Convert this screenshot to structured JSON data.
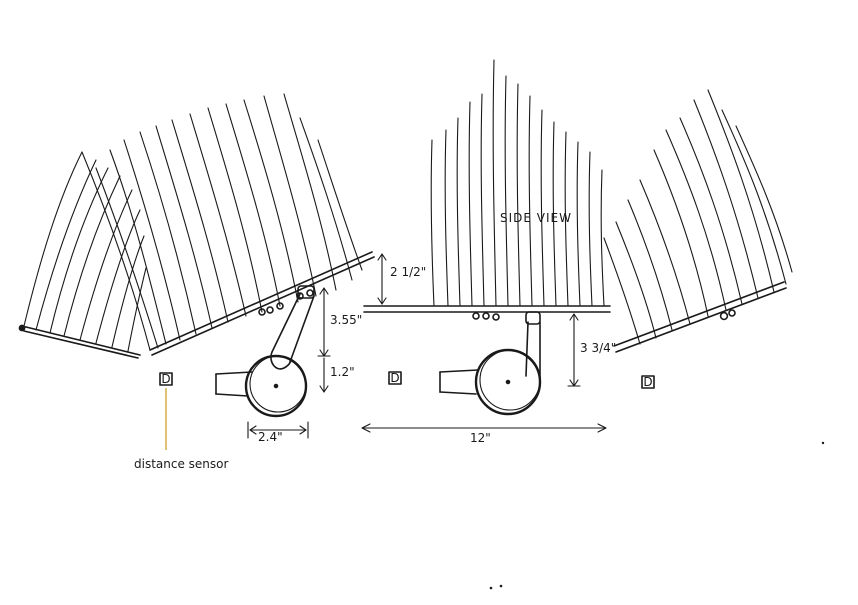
{
  "title": "SIDE VIEW",
  "labels": {
    "sensor_caption": "distance sensor",
    "sensor_mark": "D"
  },
  "dimensions": {
    "fabric_gap": "2 1/2\"",
    "arm_height": "3.55\"",
    "pivot_drop": "1.2\"",
    "wheel_diameter": "2.4\"",
    "base_width": "12\"",
    "center_clearance": "3 3/4\""
  },
  "colors": {
    "ink": "#1a1a1a",
    "caption_line": "#c9a227"
  }
}
